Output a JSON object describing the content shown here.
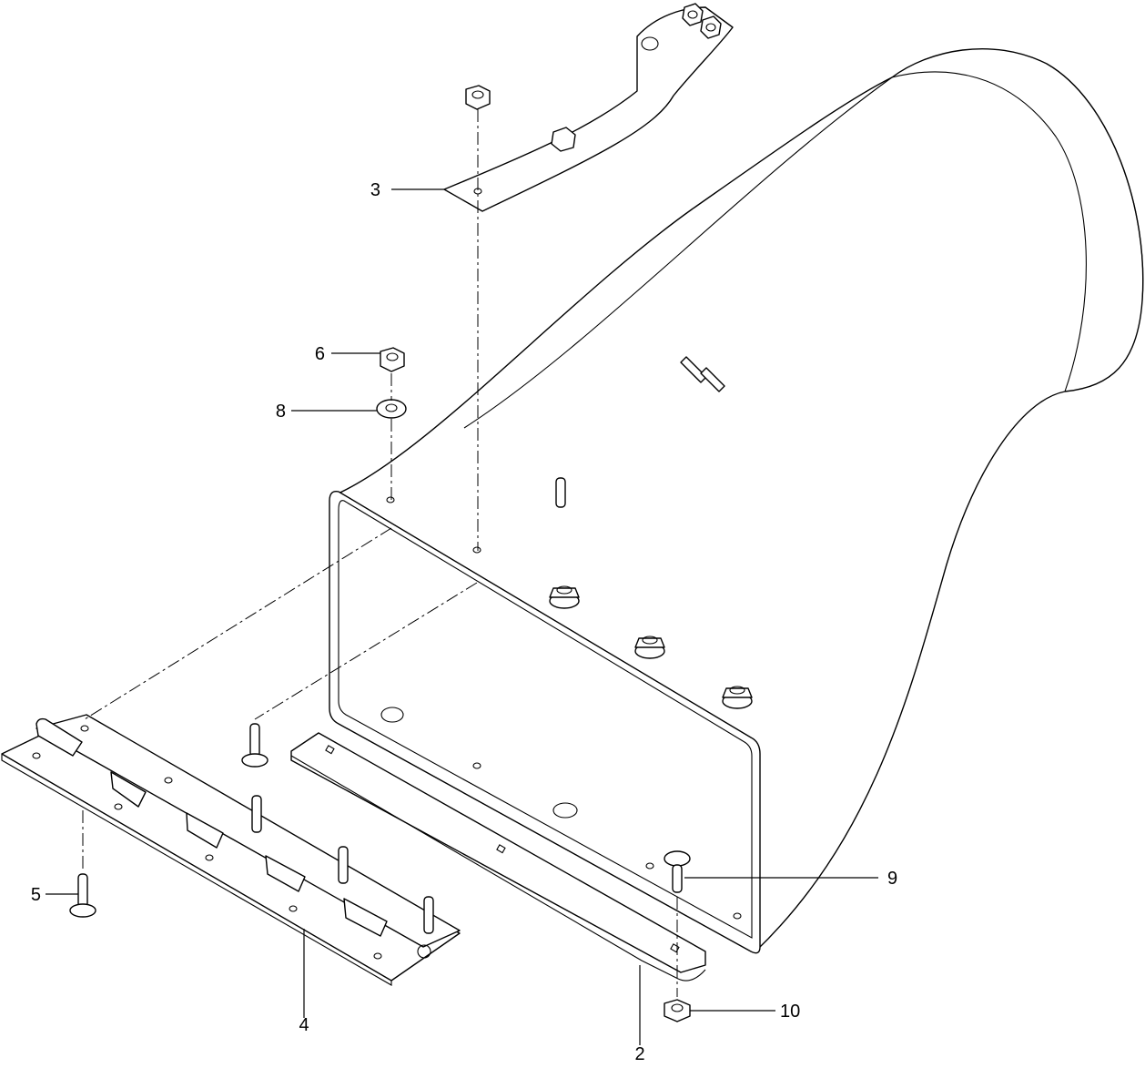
{
  "diagram": {
    "callouts": [
      {
        "id": "c2",
        "label": "2"
      },
      {
        "id": "c3",
        "label": "3"
      },
      {
        "id": "c4",
        "label": "4"
      },
      {
        "id": "c5",
        "label": "5"
      },
      {
        "id": "c6",
        "label": "6"
      },
      {
        "id": "c8",
        "label": "8"
      },
      {
        "id": "c9",
        "label": "9"
      },
      {
        "id": "c10",
        "label": "10"
      }
    ]
  }
}
